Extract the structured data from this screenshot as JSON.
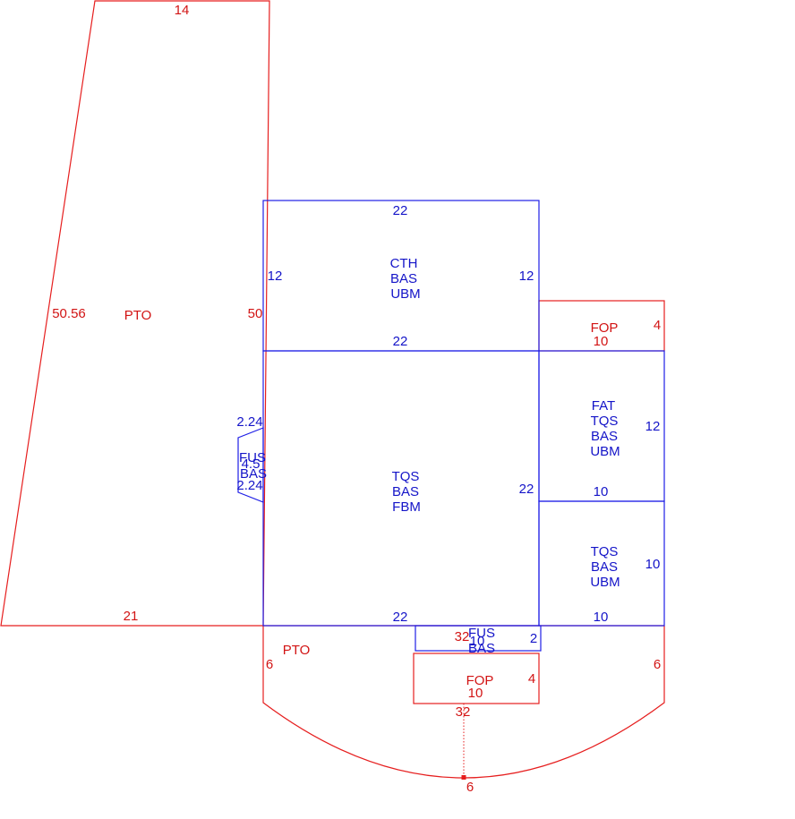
{
  "colors": {
    "living": "#1e1ee6",
    "other": "#e61e1e"
  },
  "areas": {
    "pto_large": {
      "code": "PTO",
      "dims": {
        "top": "14",
        "left": "50.56",
        "right": "50",
        "bottom": "21"
      }
    },
    "cth": {
      "codes": [
        "CTH",
        "BAS",
        "UBM"
      ],
      "dims": {
        "top": "22",
        "left": "12",
        "right": "12",
        "bottom": "22"
      }
    },
    "fop_upper": {
      "code": "FOP",
      "dims": {
        "right": "4",
        "bottom": "10"
      }
    },
    "tqs_fbm": {
      "codes": [
        "TQS",
        "BAS",
        "FBM"
      ],
      "dims": {
        "right": "22",
        "bottom": "22"
      }
    },
    "fus_left": {
      "codes": [
        "FUS",
        "BAS"
      ],
      "dims": {
        "top": "2.24",
        "side": "4.5",
        "bottom": "2.24"
      }
    },
    "fat": {
      "codes": [
        "FAT",
        "TQS",
        "BAS",
        "UBM"
      ],
      "dims": {
        "right": "12",
        "bottom": "10"
      }
    },
    "tqs_ubm": {
      "codes": [
        "TQS",
        "BAS",
        "UBM"
      ],
      "dims": {
        "right": "10",
        "bottom": "10"
      }
    },
    "fus_bottom": {
      "codes": [
        "FUS",
        "BAS"
      ],
      "dims": {
        "left": "32",
        "side": "10",
        "right": "2"
      }
    },
    "pto_arc": {
      "code": "PTO",
      "dims": {
        "left": "6",
        "right": "6",
        "bottom": "6"
      }
    },
    "fop_lower": {
      "code": "FOP",
      "dims": {
        "right": "4",
        "inner": "10",
        "bottom": "32"
      }
    }
  }
}
